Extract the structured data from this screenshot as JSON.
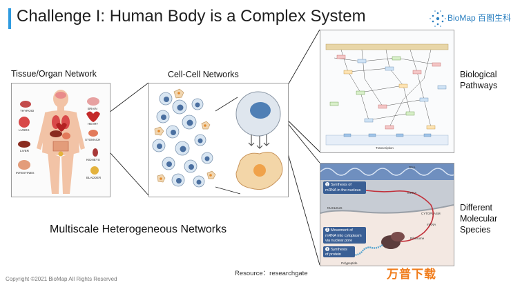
{
  "slide": {
    "title": "Challenge I: Human Body is a Complex System",
    "logo_text": "BioMap 百图生科",
    "footer": "Copyright ©2021 BioMap All Rights Reserved",
    "resource": "Resource：researchgate",
    "watermark": "万普下载",
    "main_label": "Multiscale Heterogeneous Networks"
  },
  "panels": {
    "tissue": {
      "label": "Tissue/Organ Network",
      "organs": [
        "THYROID",
        "BRAIN",
        "HEART",
        "LUNGS",
        "STOMACH",
        "LIVER",
        "KIDNEYS",
        "INTESTINES",
        "BLADDER"
      ]
    },
    "cell": {
      "label": "Cell-Cell Networks"
    },
    "pathway": {
      "label_line1": "Biological",
      "label_line2": "Pathways",
      "caption": "Transcription"
    },
    "molecular": {
      "label_line1": "Different",
      "label_line2": "Molecular",
      "label_line3": "Species",
      "tags": {
        "dna": "DNA",
        "mrna": "mRNA",
        "nucleus": "NUCLEUS",
        "cytoplasm": "CYTOPLASM",
        "mrna2": "mRNA",
        "ribosome": "Ribosome",
        "polypeptide": "Polypeptide"
      },
      "steps": [
        {
          "num": "1",
          "line1": "Synthesis of",
          "line2": "mRNA in the nucleus"
        },
        {
          "num": "2",
          "line1": "Movement of",
          "line2": "mRNA into cytoplasm",
          "line3": "via nuclear pore"
        },
        {
          "num": "3",
          "line1": "Synthesis",
          "line2": "of protein"
        }
      ]
    }
  },
  "colors": {
    "accent": "#2f9be0",
    "watermark": "#f07c1b"
  }
}
